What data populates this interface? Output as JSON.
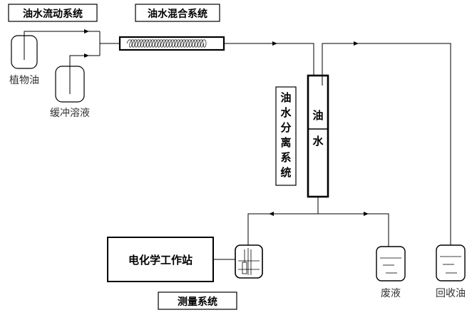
{
  "labels": {
    "oil_water_flow_system": "油水流动系统",
    "oil_water_mixing_system": "油水混合系统",
    "oil_water_separation_system": [
      "油",
      "水",
      "分",
      "离",
      "系",
      "统"
    ],
    "measurement_system": "测量系统",
    "electrochemical_workstation": "电化学工作站",
    "vegetable_oil": "植物油",
    "buffer_solution": "缓冲溶液",
    "oil_layer": "油",
    "water_layer": "水",
    "waste_liquid": "废液",
    "recovered_oil": "回收油"
  }
}
